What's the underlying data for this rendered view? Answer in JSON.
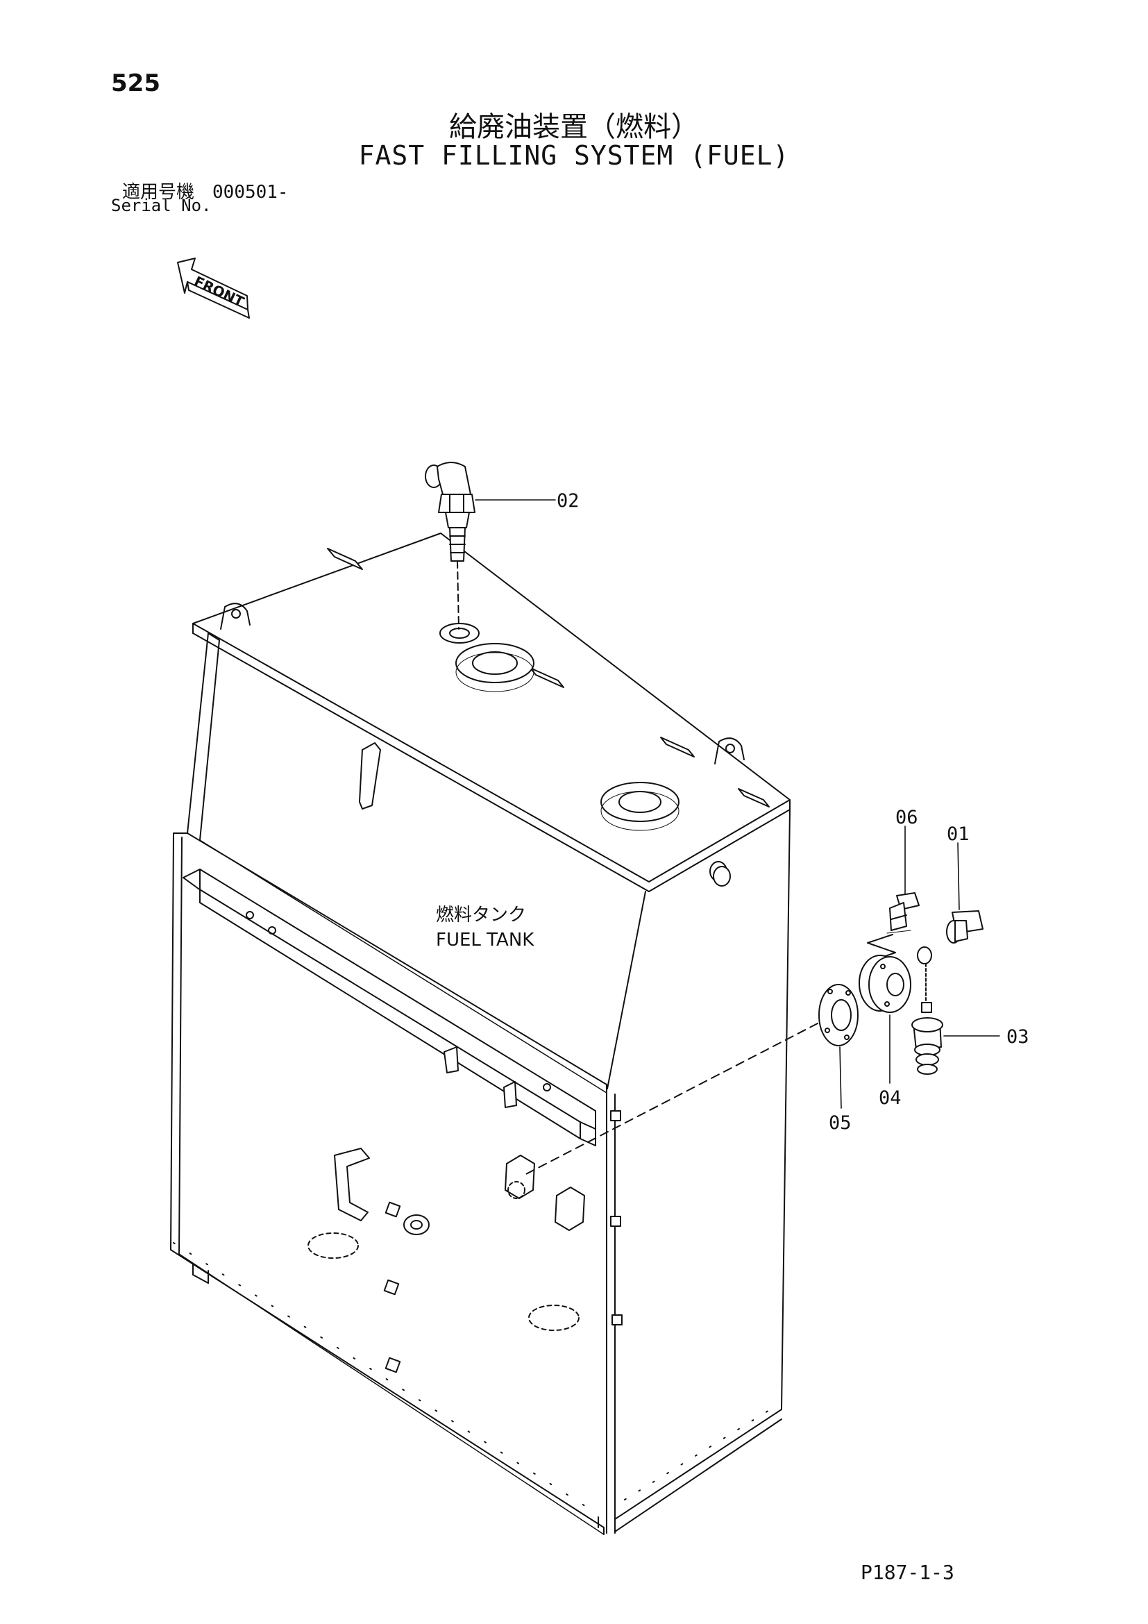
{
  "page_number": "525",
  "title_ja": "給廃油装置（燃料）",
  "title_en": "FAST FILLING SYSTEM (FUEL)",
  "serial": {
    "label_ja": "適用号機",
    "value": "000501-",
    "label_en": "Serial No."
  },
  "front_label": "FRONT",
  "tank": {
    "label_ja": "燃料タンク",
    "label_en": "FUEL TANK"
  },
  "parts": [
    "01",
    "02",
    "03",
    "04",
    "05",
    "06"
  ],
  "doc_ref": "P187-1-3"
}
